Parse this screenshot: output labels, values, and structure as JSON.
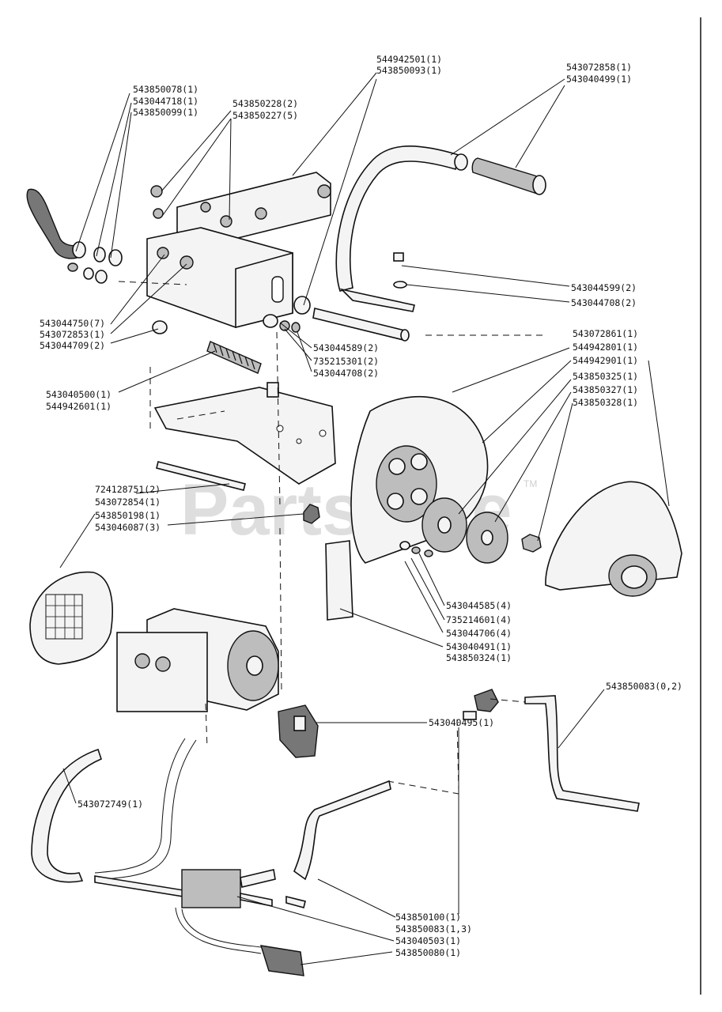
{
  "watermark": "PartsTree",
  "watermark_tm": "TM",
  "callouts": [
    "544942501(1)",
    "543850093(1)",
    "543072858(1)",
    "543040499(1)",
    "543850078(1)",
    "543044718(1)",
    "543850099(1)",
    "543850228(2)",
    "543850227(5)",
    "543044599(2)",
    "543044708(2)",
    "543044750(7)",
    "543072853(1)",
    "543044709(2)",
    "543044589(2)",
    "735215301(2)",
    "543044708(2)",
    "543072861(1)",
    "544942801(1)",
    "544942901(1)",
    "543850325(1)",
    "543850327(1)",
    "543850328(1)",
    "543040500(1)",
    "544942601(1)",
    "724128751(2)",
    "543072854(1)",
    "543850198(1)",
    "543046087(3)",
    "543044585(4)",
    "735214601(4)",
    "543044706(4)",
    "543040491(1)",
    "543850324(1)",
    "543850083(0,2)",
    "543040495(1)",
    "543072749(1)",
    "543850100(1)",
    "543850083(1,3)",
    "543040503(1)",
    "543850080(1)"
  ]
}
